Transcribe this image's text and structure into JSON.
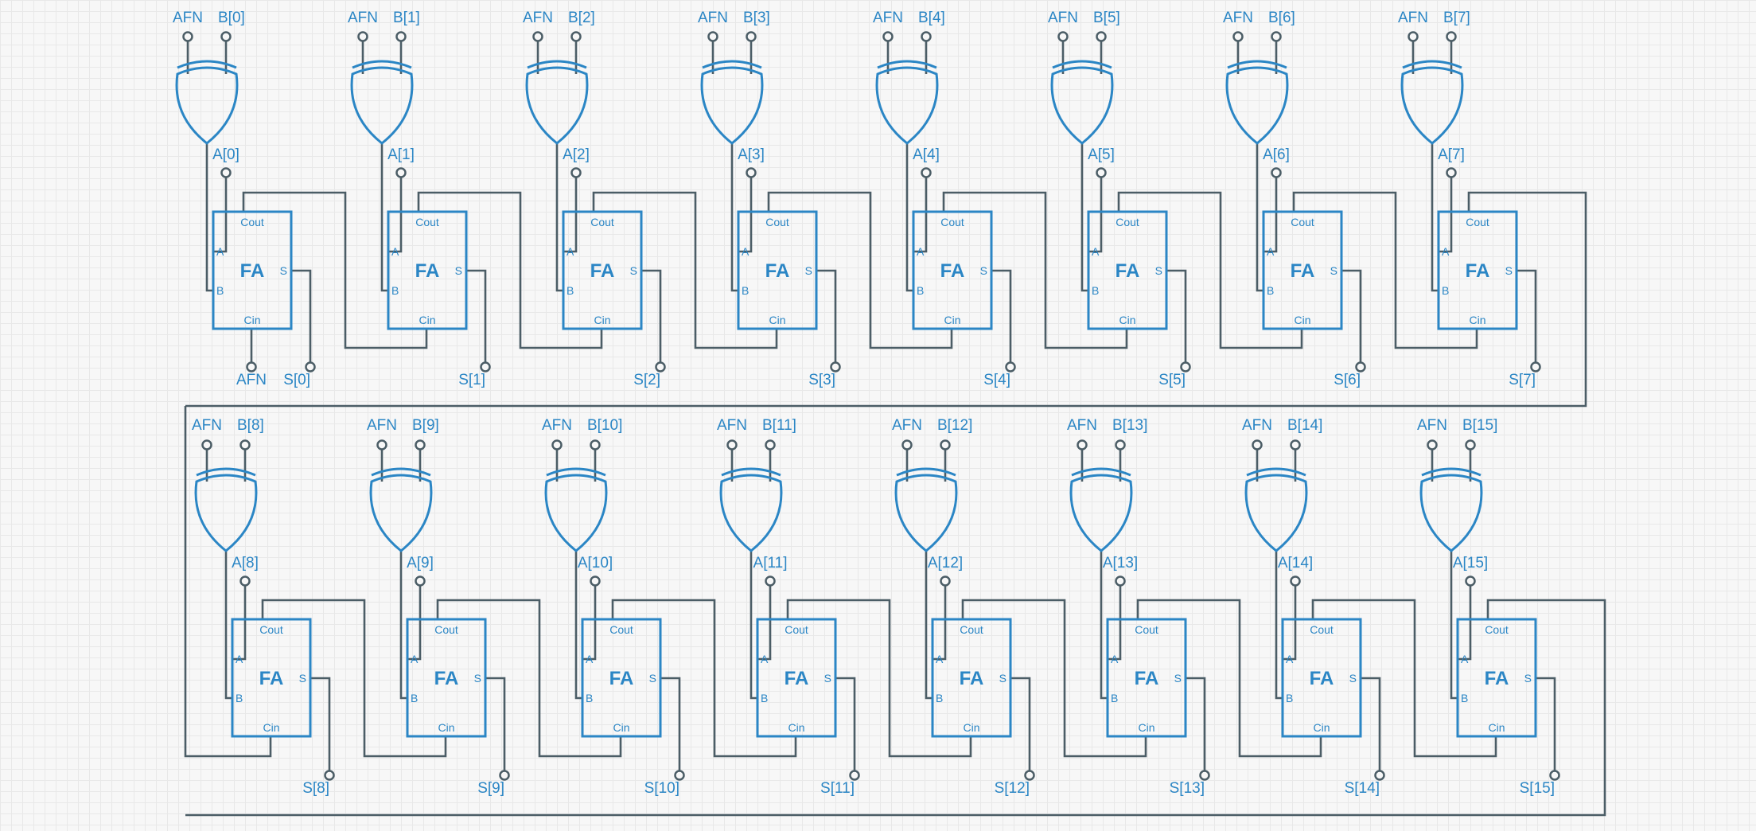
{
  "diagram": {
    "colors": {
      "component": "#2b86c5",
      "wire": "#4b5d66",
      "background": "#f7f7f7"
    },
    "control_input": "AFN",
    "adder_block": {
      "title": "FA",
      "ports": {
        "a": "A",
        "b": "B",
        "sum": "S",
        "carry_out": "Cout",
        "carry_in": "Cin"
      }
    },
    "rows": [
      {
        "carry_in_label": "AFN",
        "stages": [
          {
            "b": "B[0]",
            "a": "A[0]",
            "s": "S[0]"
          },
          {
            "b": "B[1]",
            "a": "A[1]",
            "s": "S[1]"
          },
          {
            "b": "B[2]",
            "a": "A[2]",
            "s": "S[2]"
          },
          {
            "b": "B[3]",
            "a": "A[3]",
            "s": "S[3]"
          },
          {
            "b": "B[4]",
            "a": "A[4]",
            "s": "S[4]"
          },
          {
            "b": "B[5]",
            "a": "A[5]",
            "s": "S[5]"
          },
          {
            "b": "B[6]",
            "a": "A[6]",
            "s": "S[6]"
          },
          {
            "b": "B[7]",
            "a": "A[7]",
            "s": "S[7]"
          }
        ]
      },
      {
        "carry_in_label": "",
        "stages": [
          {
            "b": "B[8]",
            "a": "A[8]",
            "s": "S[8]"
          },
          {
            "b": "B[9]",
            "a": "A[9]",
            "s": "S[9]"
          },
          {
            "b": "B[10]",
            "a": "A[10]",
            "s": "S[10]"
          },
          {
            "b": "B[11]",
            "a": "A[11]",
            "s": "S[11]"
          },
          {
            "b": "B[12]",
            "a": "A[12]",
            "s": "S[12]"
          },
          {
            "b": "B[13]",
            "a": "A[13]",
            "s": "S[13]"
          },
          {
            "b": "B[14]",
            "a": "A[14]",
            "s": "S[14]"
          },
          {
            "b": "B[15]",
            "a": "A[15]",
            "s": "S[15]"
          }
        ]
      }
    ]
  }
}
